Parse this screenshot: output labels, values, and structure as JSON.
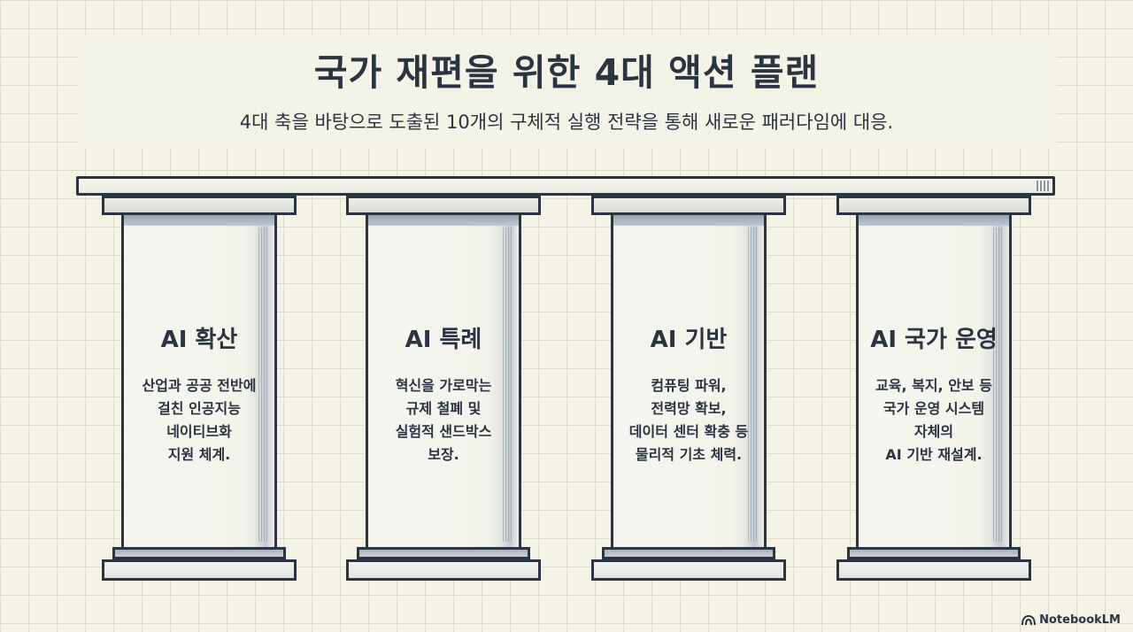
{
  "header": {
    "title": "국가 재편을 위한 4대 액션 플랜",
    "subtitle": "4대 축을 바탕으로 도출된 10개의 구체적 실행 전략을 통해 새로운 패러다임에 대응."
  },
  "pillars": [
    {
      "title": "AI 확산",
      "lines": [
        "산업과 공공 전반에",
        "걸친 인공지능",
        "네이티브화",
        "지원 체계."
      ]
    },
    {
      "title": "AI 특례",
      "lines": [
        "혁신을 가로막는",
        "규제 철폐 및",
        "실험적 샌드박스",
        "보장."
      ]
    },
    {
      "title": "AI 기반",
      "lines": [
        "컴퓨팅 파워,",
        "전력망 확보,",
        "데이터 센터 확충 등",
        "물리적 기초 체력."
      ]
    },
    {
      "title": "AI 국가 운영",
      "lines": [
        "교육, 복지, 안보 등",
        "국가 운영 시스템",
        "자체의",
        "AI 기반 재설계."
      ]
    }
  ],
  "brand": {
    "label": "NotebookLM",
    "icon": "notebooklm-logo-icon"
  }
}
